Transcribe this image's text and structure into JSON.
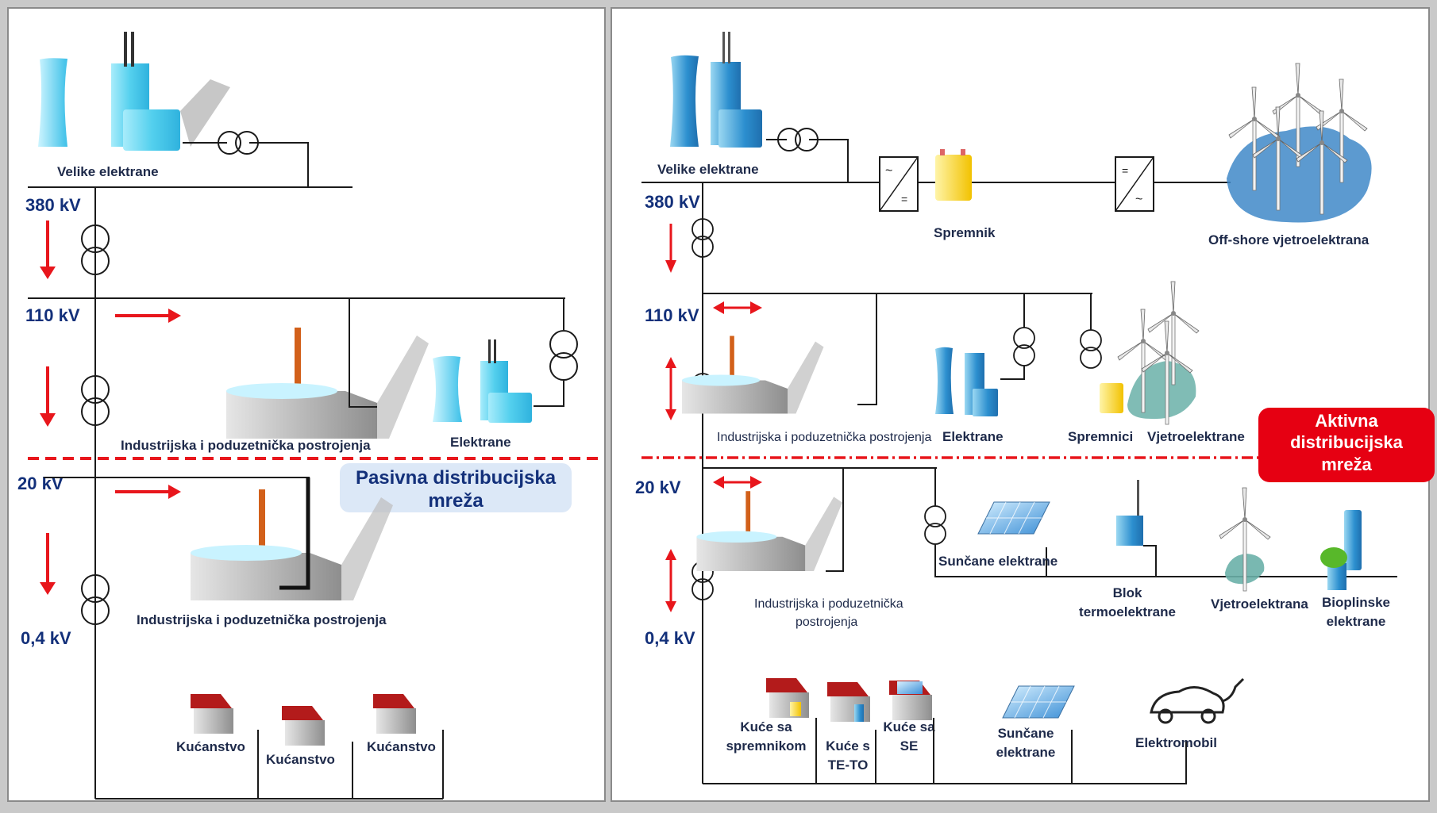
{
  "left": {
    "plants_big": "Velike elektrane",
    "v380": "380 kV",
    "v110": "110 kV",
    "industry_110": "Industrijska i poduzetnička postrojenja",
    "plants": "Elektrane",
    "passive_title_1": "Pasivna distribucijska",
    "passive_title_2": "mreža",
    "v20": "20 kV",
    "industry_20": "Industrijska i poduzetnička postrojenja",
    "v04": "0,4 kV",
    "house_1": "Kućanstvo",
    "house_2": "Kućanstvo",
    "house_3": "Kućanstvo"
  },
  "right": {
    "plants_big": "Velike elektrane",
    "storage": "Spremnik",
    "offshore": "Off-shore vjetroelektrana",
    "v380": "380 kV",
    "v110": "110 kV",
    "industry_110": "Industrijska i poduzetnička postrojenja",
    "plants": "Elektrane",
    "storages": "Spremnici",
    "wind_farms": "Vjetroelektrane",
    "active_title_1": "Aktivna",
    "active_title_2": "distribucijska",
    "active_title_3": "mreža",
    "v20": "20 kV",
    "solar": "Sunčane elektrane",
    "industry_20_1": "Industrijska i poduzetnička",
    "industry_20_2": "postrojenja",
    "block_1": "Blok",
    "block_2": "termoelektrane",
    "wind_farm": "Vjetroelektrana",
    "biogas_1": "Bioplinske",
    "biogas_2": "elektrane",
    "v04": "0,4 kV",
    "house_storage_1": "Kuće sa",
    "house_storage_2": "spremnikom",
    "house_teto_1": "Kuće s",
    "house_teto_2": "TE-TO",
    "house_se_1": "Kuće sa",
    "house_se_2": "SE",
    "solar_small_1": "Sunčane",
    "solar_small_2": "elektrane",
    "ev": "Elektromobil"
  },
  "colors": {
    "cyan": "#5fd3ee",
    "voltage_text": "#13307a",
    "arrow_red": "#e8161c",
    "badge_red": "#e60012",
    "passive_badge_bg": "#dce8f7",
    "roof": "#b31b1b"
  },
  "icons": [
    "cooling-tower-icon",
    "transformer-icon",
    "factory-icon",
    "house-icon",
    "wind-turbine-icon",
    "solar-panel-icon",
    "battery-icon",
    "converter-icon",
    "electric-car-icon"
  ]
}
